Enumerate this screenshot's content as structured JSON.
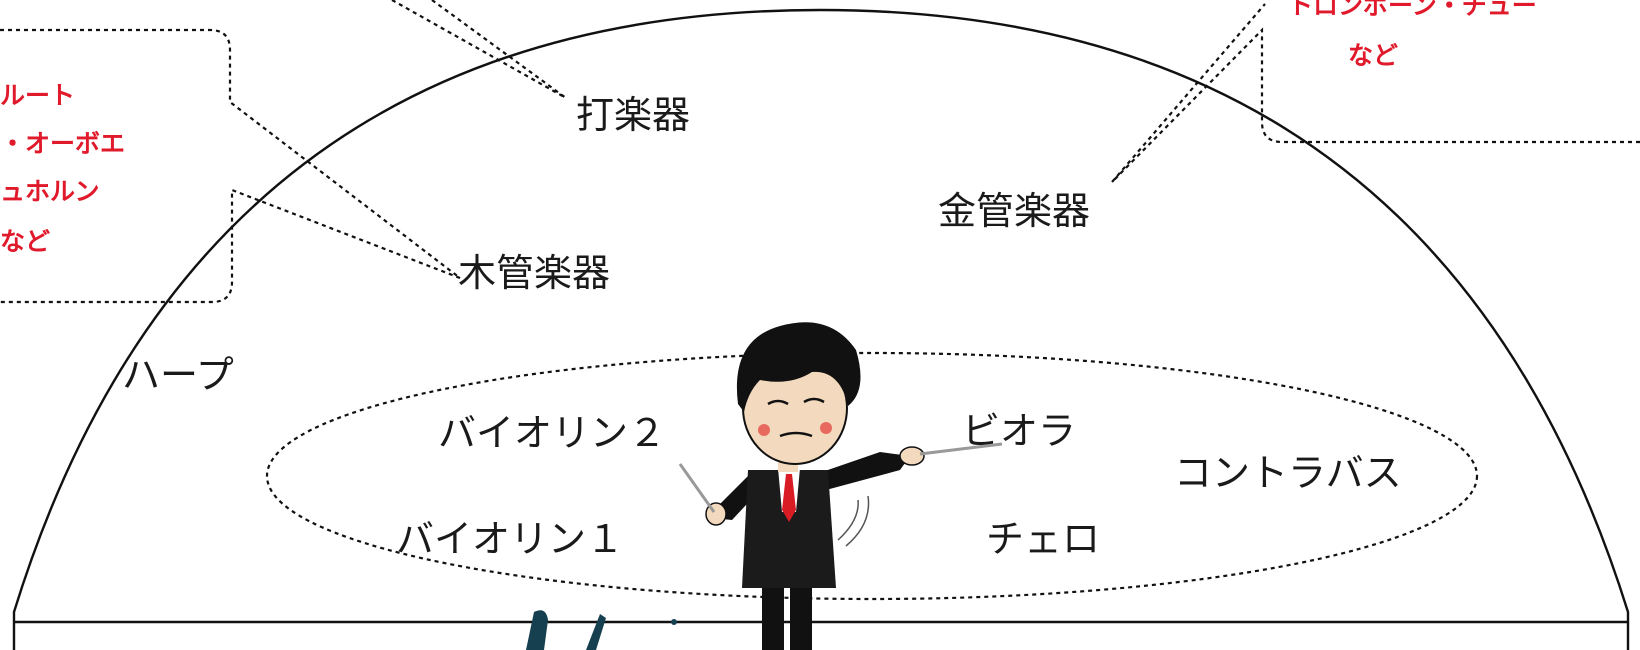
{
  "sections": {
    "percussion": "打楽器",
    "brass": "金管楽器",
    "woodwind": "木管楽器",
    "harp": "ハープ",
    "violin2": "バイオリン２",
    "viola": "ビオラ",
    "contrabass": "コントラバス",
    "violin1": "バイオリン１",
    "cello": "チェロ"
  },
  "woodwind_box": {
    "lines": [
      "ルート",
      "・オーボエ",
      "ュホルン",
      "など"
    ]
  },
  "brass_box": {
    "lines": [
      "トロンボーン・チュー",
      "など"
    ]
  },
  "colors": {
    "annotation": "#e0192b",
    "line": "#111111",
    "background": "#ffffff"
  }
}
